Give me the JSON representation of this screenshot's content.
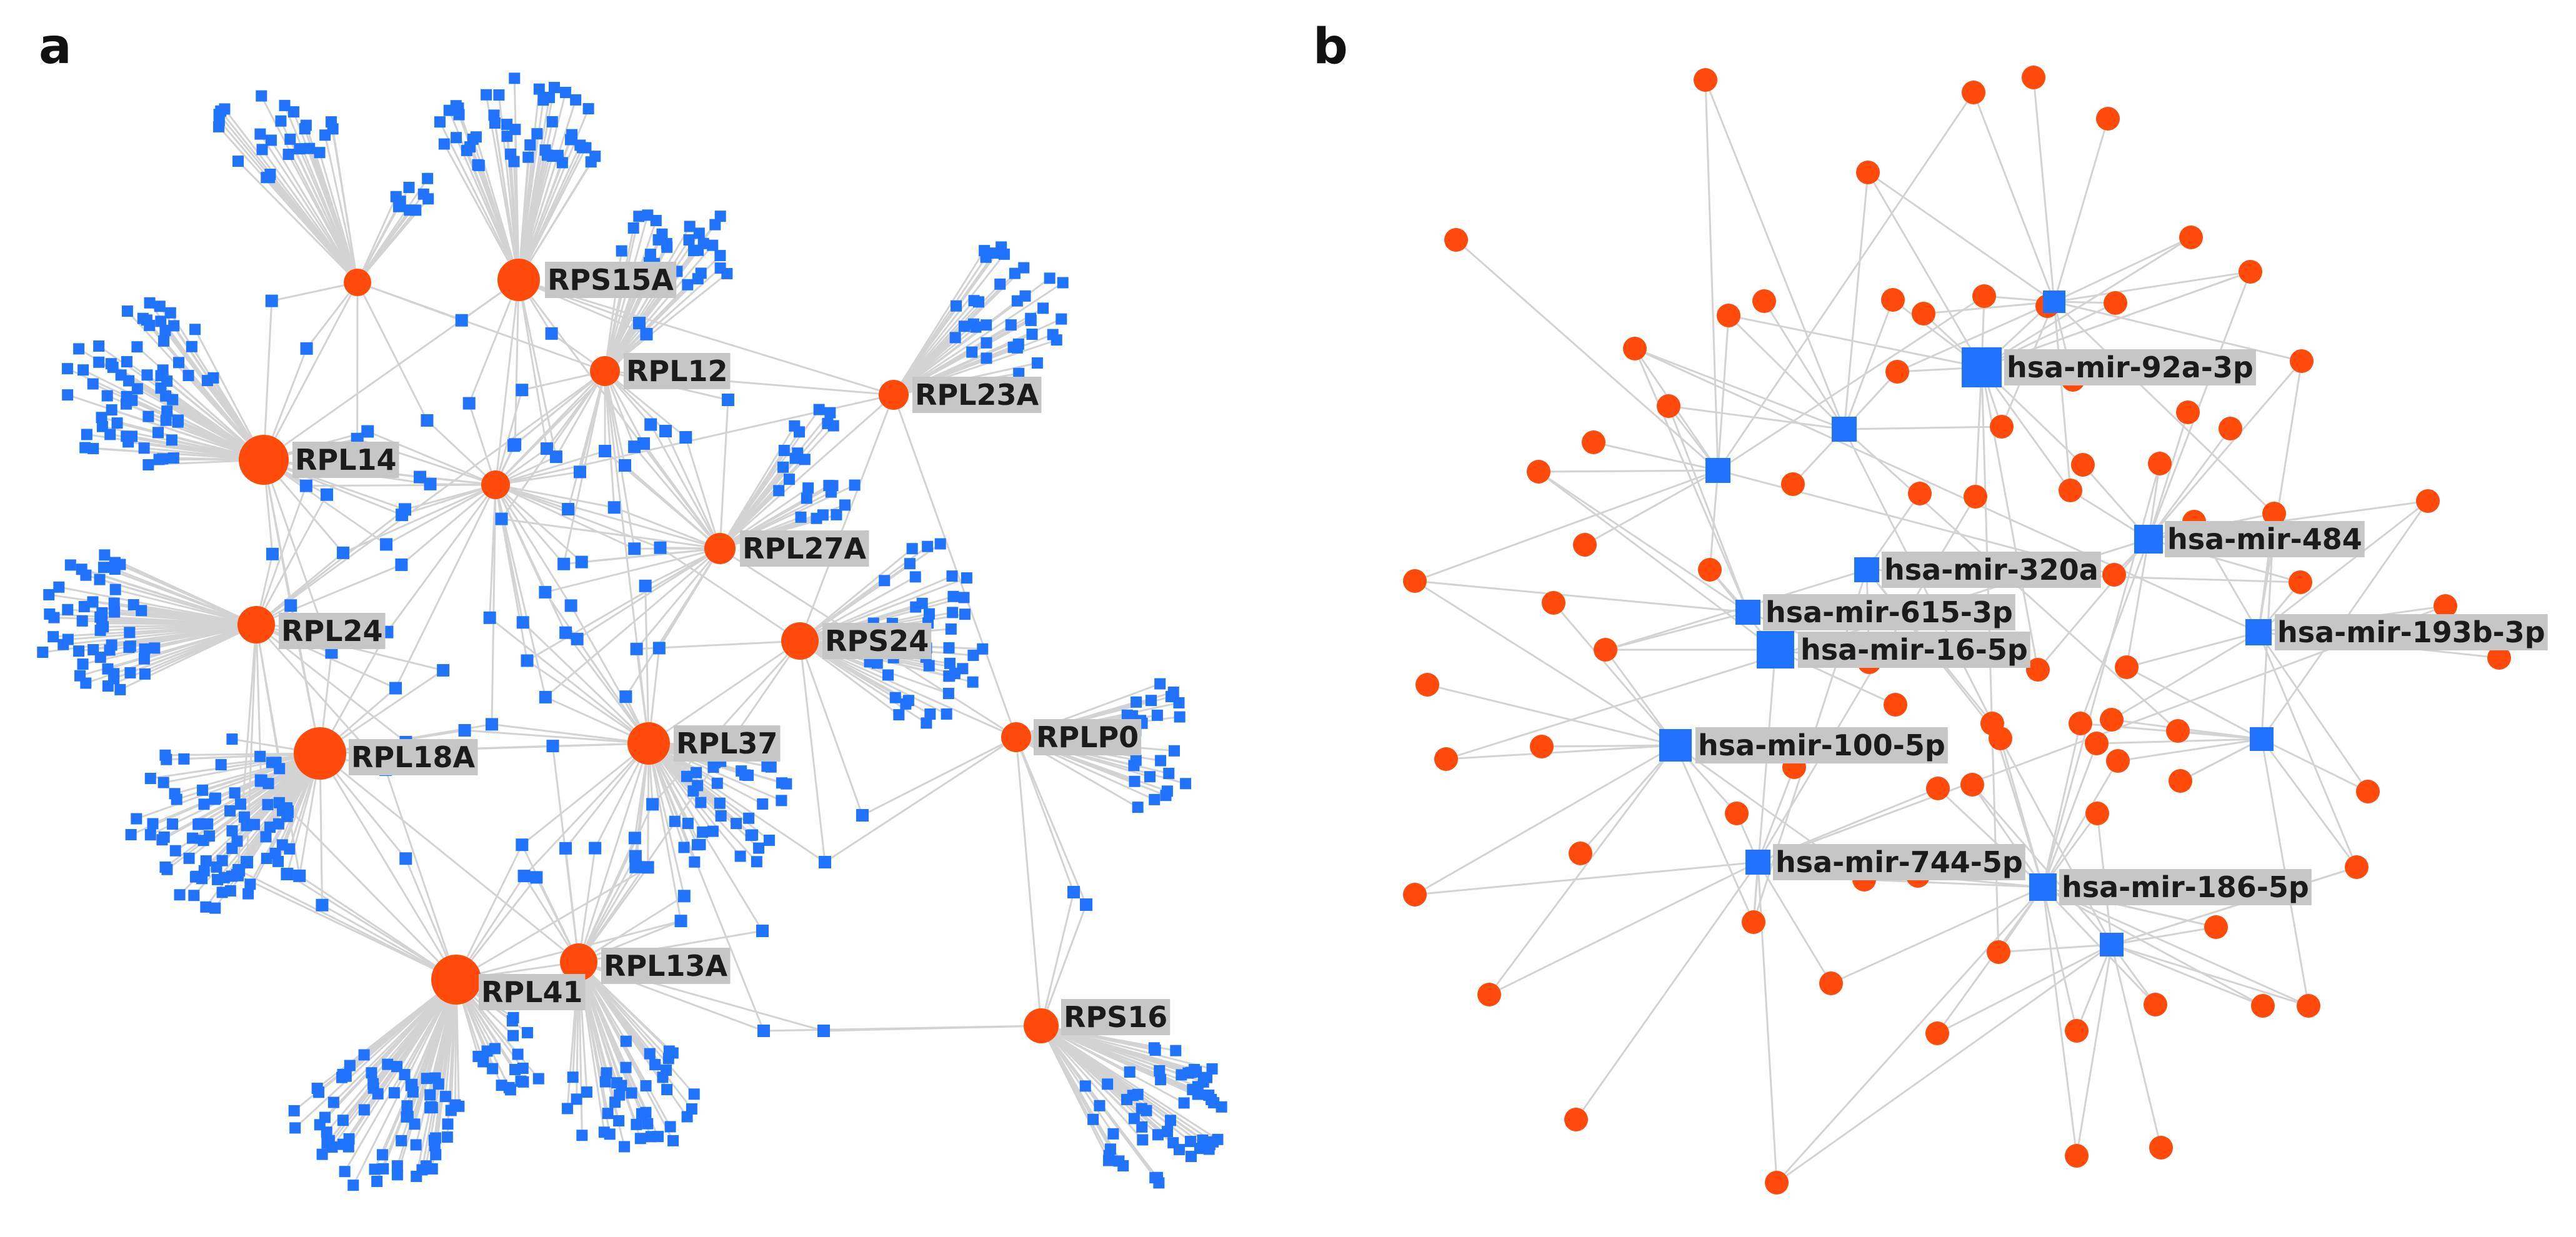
{
  "panels": [
    {
      "letter": "a",
      "hubs": [
        {
          "id": "u1",
          "label": ""
        },
        {
          "id": "RPS15A",
          "label": "RPS15A"
        },
        {
          "id": "RPL12",
          "label": "RPL12"
        },
        {
          "id": "RPL23A",
          "label": "RPL23A"
        },
        {
          "id": "RPL14",
          "label": "RPL14"
        },
        {
          "id": "u2",
          "label": ""
        },
        {
          "id": "RPL27A",
          "label": "RPL27A"
        },
        {
          "id": "RPL24",
          "label": "RPL24"
        },
        {
          "id": "RPS24",
          "label": "RPS24"
        },
        {
          "id": "RPL18A",
          "label": "RPL18A"
        },
        {
          "id": "RPL37",
          "label": "RPL37"
        },
        {
          "id": "RPLP0",
          "label": "RPLP0"
        },
        {
          "id": "RPL41",
          "label": "RPL41"
        },
        {
          "id": "RPL13A",
          "label": "RPL13A"
        },
        {
          "id": "RPS16",
          "label": "RPS16"
        }
      ]
    },
    {
      "letter": "b",
      "mirnas": [
        {
          "id": "m92",
          "label": "hsa-mir-92a-3p"
        },
        {
          "id": "m484",
          "label": "hsa-mir-484"
        },
        {
          "id": "m320",
          "label": "hsa-mir-320a"
        },
        {
          "id": "m615",
          "label": "hsa-mir-615-3p"
        },
        {
          "id": "m16",
          "label": "hsa-mir-16-5p"
        },
        {
          "id": "m193",
          "label": "hsa-mir-193b-3p"
        },
        {
          "id": "m100",
          "label": "hsa-mir-100-5p"
        },
        {
          "id": "m744",
          "label": "hsa-mir-744-5p"
        },
        {
          "id": "m186",
          "label": "hsa-mir-186-5p"
        },
        {
          "id": "mu1",
          "label": ""
        },
        {
          "id": "mu2",
          "label": ""
        },
        {
          "id": "mu3",
          "label": ""
        },
        {
          "id": "mu4",
          "label": ""
        },
        {
          "id": "mu5",
          "label": ""
        }
      ]
    }
  ],
  "colors": {
    "gene_node": "#ff4a0a",
    "mirna_node": "#1f73ff",
    "edge": "#d3d3d3",
    "label_bg": "#c6c6c6"
  }
}
